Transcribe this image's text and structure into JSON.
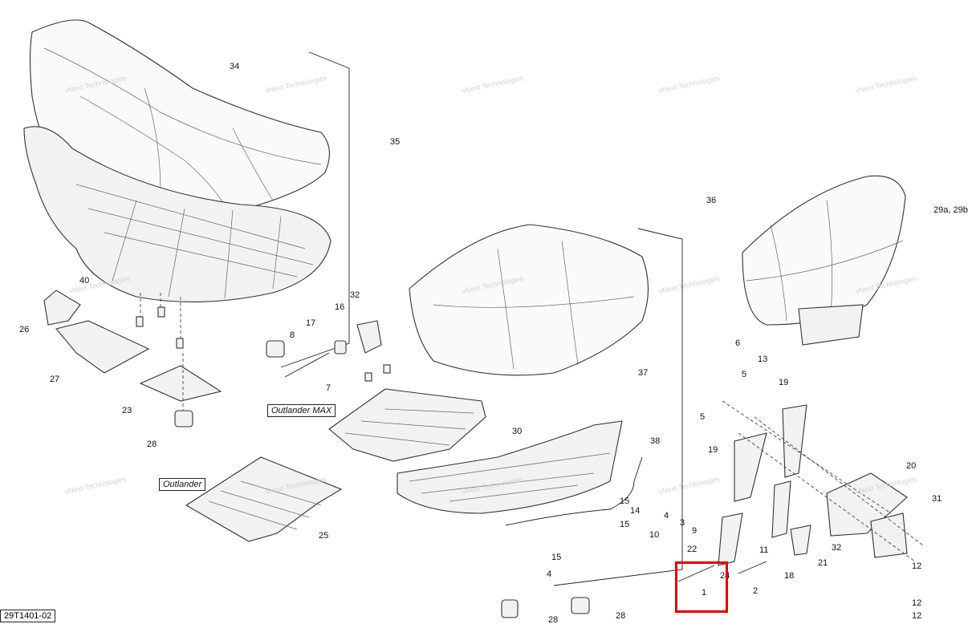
{
  "diagram": {
    "document_id": "29T1401-02",
    "watermark_text": "vNext Technologies",
    "variant_boxes": [
      "Outlander MAX",
      "Outlander"
    ],
    "highlight_color": "#e00000",
    "callouts": {
      "c34": "34",
      "c35": "35",
      "c36": "36",
      "c37": "37",
      "c29": "29a, 29b",
      "c40": "40",
      "c26": "26",
      "c27": "27",
      "c23": "23",
      "c28a": "28",
      "c32a": "32",
      "c16": "16",
      "c17": "17",
      "c8": "8",
      "c7": "7",
      "c30": "30",
      "c38": "38",
      "c25": "25",
      "c15a": "15",
      "c14": "14",
      "c15b": "15",
      "c4a": "4",
      "c10": "10",
      "c4b": "4",
      "c15c": "15",
      "c28b": "28",
      "c28c": "28",
      "c6": "6",
      "c13": "13",
      "c5a": "5",
      "c19a": "19",
      "c5b": "5",
      "c19b": "19",
      "c3": "3",
      "c9": "9",
      "c22": "22",
      "c11": "11",
      "c24": "24",
      "c1": "1",
      "c2": "2",
      "c18": "18",
      "c21": "21",
      "c32b": "32",
      "c20": "20",
      "c31": "31",
      "c12a": "12",
      "c12b": "12",
      "c12c": "12"
    }
  }
}
